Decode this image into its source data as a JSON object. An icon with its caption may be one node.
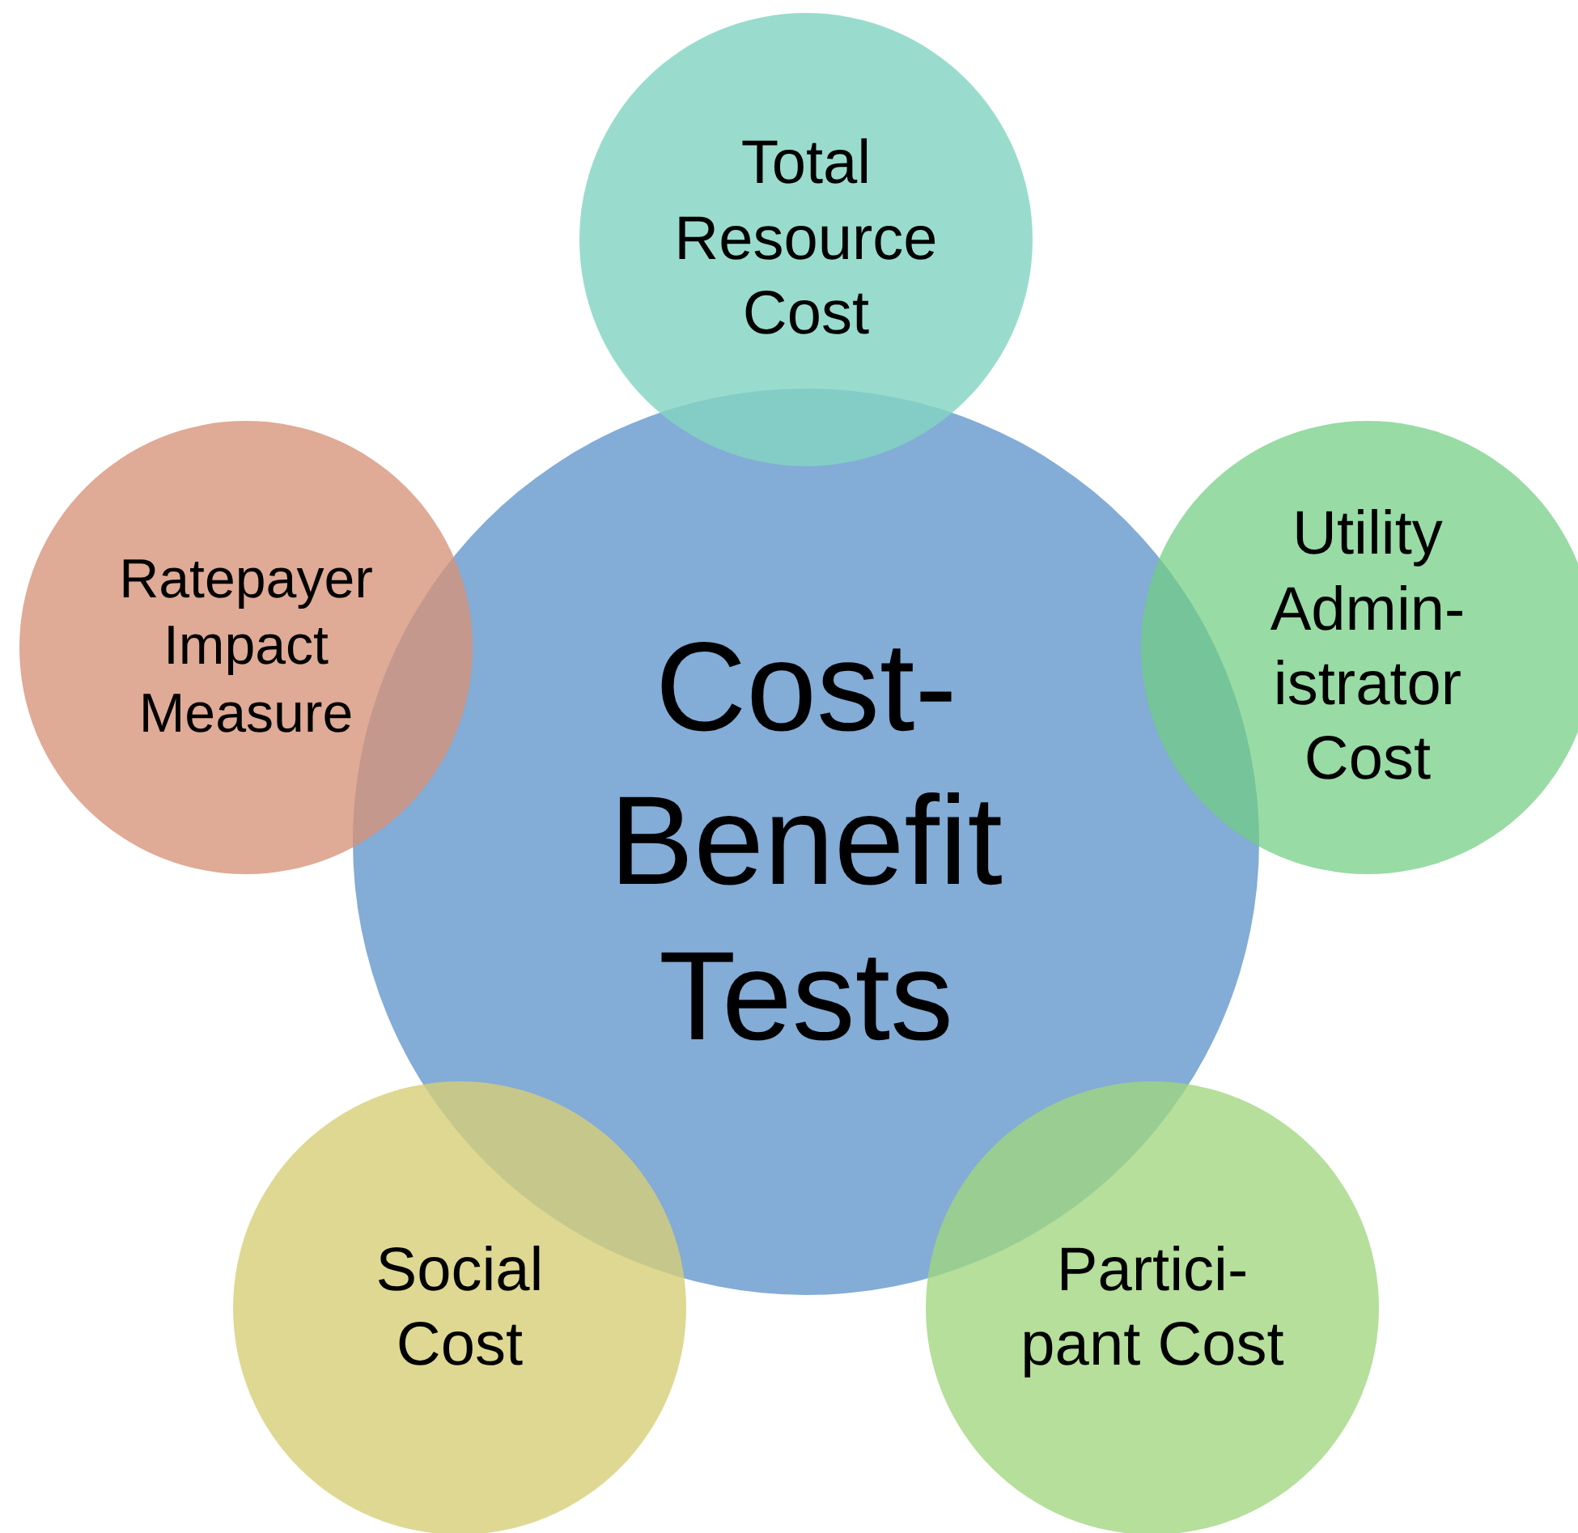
{
  "diagram": {
    "nodes": [
      {
        "text": [
          "Cost- Benefit Tests"
        ]
      },
      {
        "text": [
          "Total Resource Cost"
        ]
      },
      {
        "text": [
          "Utility Admin- istrator Cost"
        ]
      },
      {
        "text": [
          "Partici- pant Cost"
        ]
      },
      {
        "text": [
          "Social Cost"
        ]
      },
      {
        "text": [
          "Ratepayer Impact Measure"
        ]
      }
    ],
    "edges": []
  }
}
